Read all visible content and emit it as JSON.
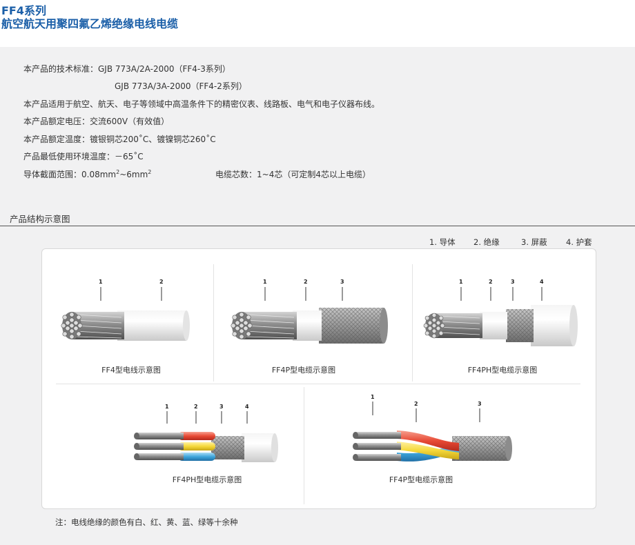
{
  "header": {
    "series": "FF4系列",
    "product_name": "航空航天用聚四氟乙烯绝缘电线电缆"
  },
  "specs": {
    "standard_1": "本产品的技术标准：GJB 773A/2A-2000（FF4-3系列）",
    "standard_2": "GJB 773A/3A-2000（FF4-2系列）",
    "application": "本产品适用于航空、航天、电子等领域中高温条件下的精密仪表、线路板、电气和电子仪器布线。",
    "rated_voltage": "本产品额定电压：交流600V（有效值）",
    "rated_temperature": "本产品额定温度：镀银铜芯200˚C、镀镍铜芯260˚C",
    "min_temperature": "产品最低使用环境温度：－65˚C",
    "cross_section_prefix": "导体截面范围：0.08mm",
    "cross_section_sup1": "2",
    "cross_section_mid": "~6mm",
    "cross_section_sup2": "2",
    "core_count": "电缆芯数：1~4芯（可定制4芯以上电缆）"
  },
  "structure": {
    "section_title": "产品结构示意图",
    "legend": [
      "1. 导体",
      "2. 绝缘",
      "3. 屏蔽",
      "4. 护套"
    ],
    "figures": [
      {
        "caption": "FF4型电线示意图",
        "labels": [
          "1",
          "2"
        ]
      },
      {
        "caption": "FF4P型电缆示意图",
        "labels": [
          "1",
          "2",
          "3"
        ]
      },
      {
        "caption": "FF4PH型电缆示意图",
        "labels": [
          "1",
          "2",
          "3",
          "4"
        ]
      },
      {
        "caption": "FF4PH型电缆示意图",
        "labels": [
          "1",
          "2",
          "3",
          "4"
        ]
      },
      {
        "caption": "FF4P型电缆示意图",
        "labels": [
          "1",
          "2",
          "3"
        ]
      }
    ],
    "insulation_colors": [
      "#ffffff",
      "#e8473a",
      "#f4d63a",
      "#3ea6dc",
      "#3aa04a"
    ],
    "footnote": "注：电线绝缘的颜色有白、红、黄、蓝、绿等十余种"
  }
}
